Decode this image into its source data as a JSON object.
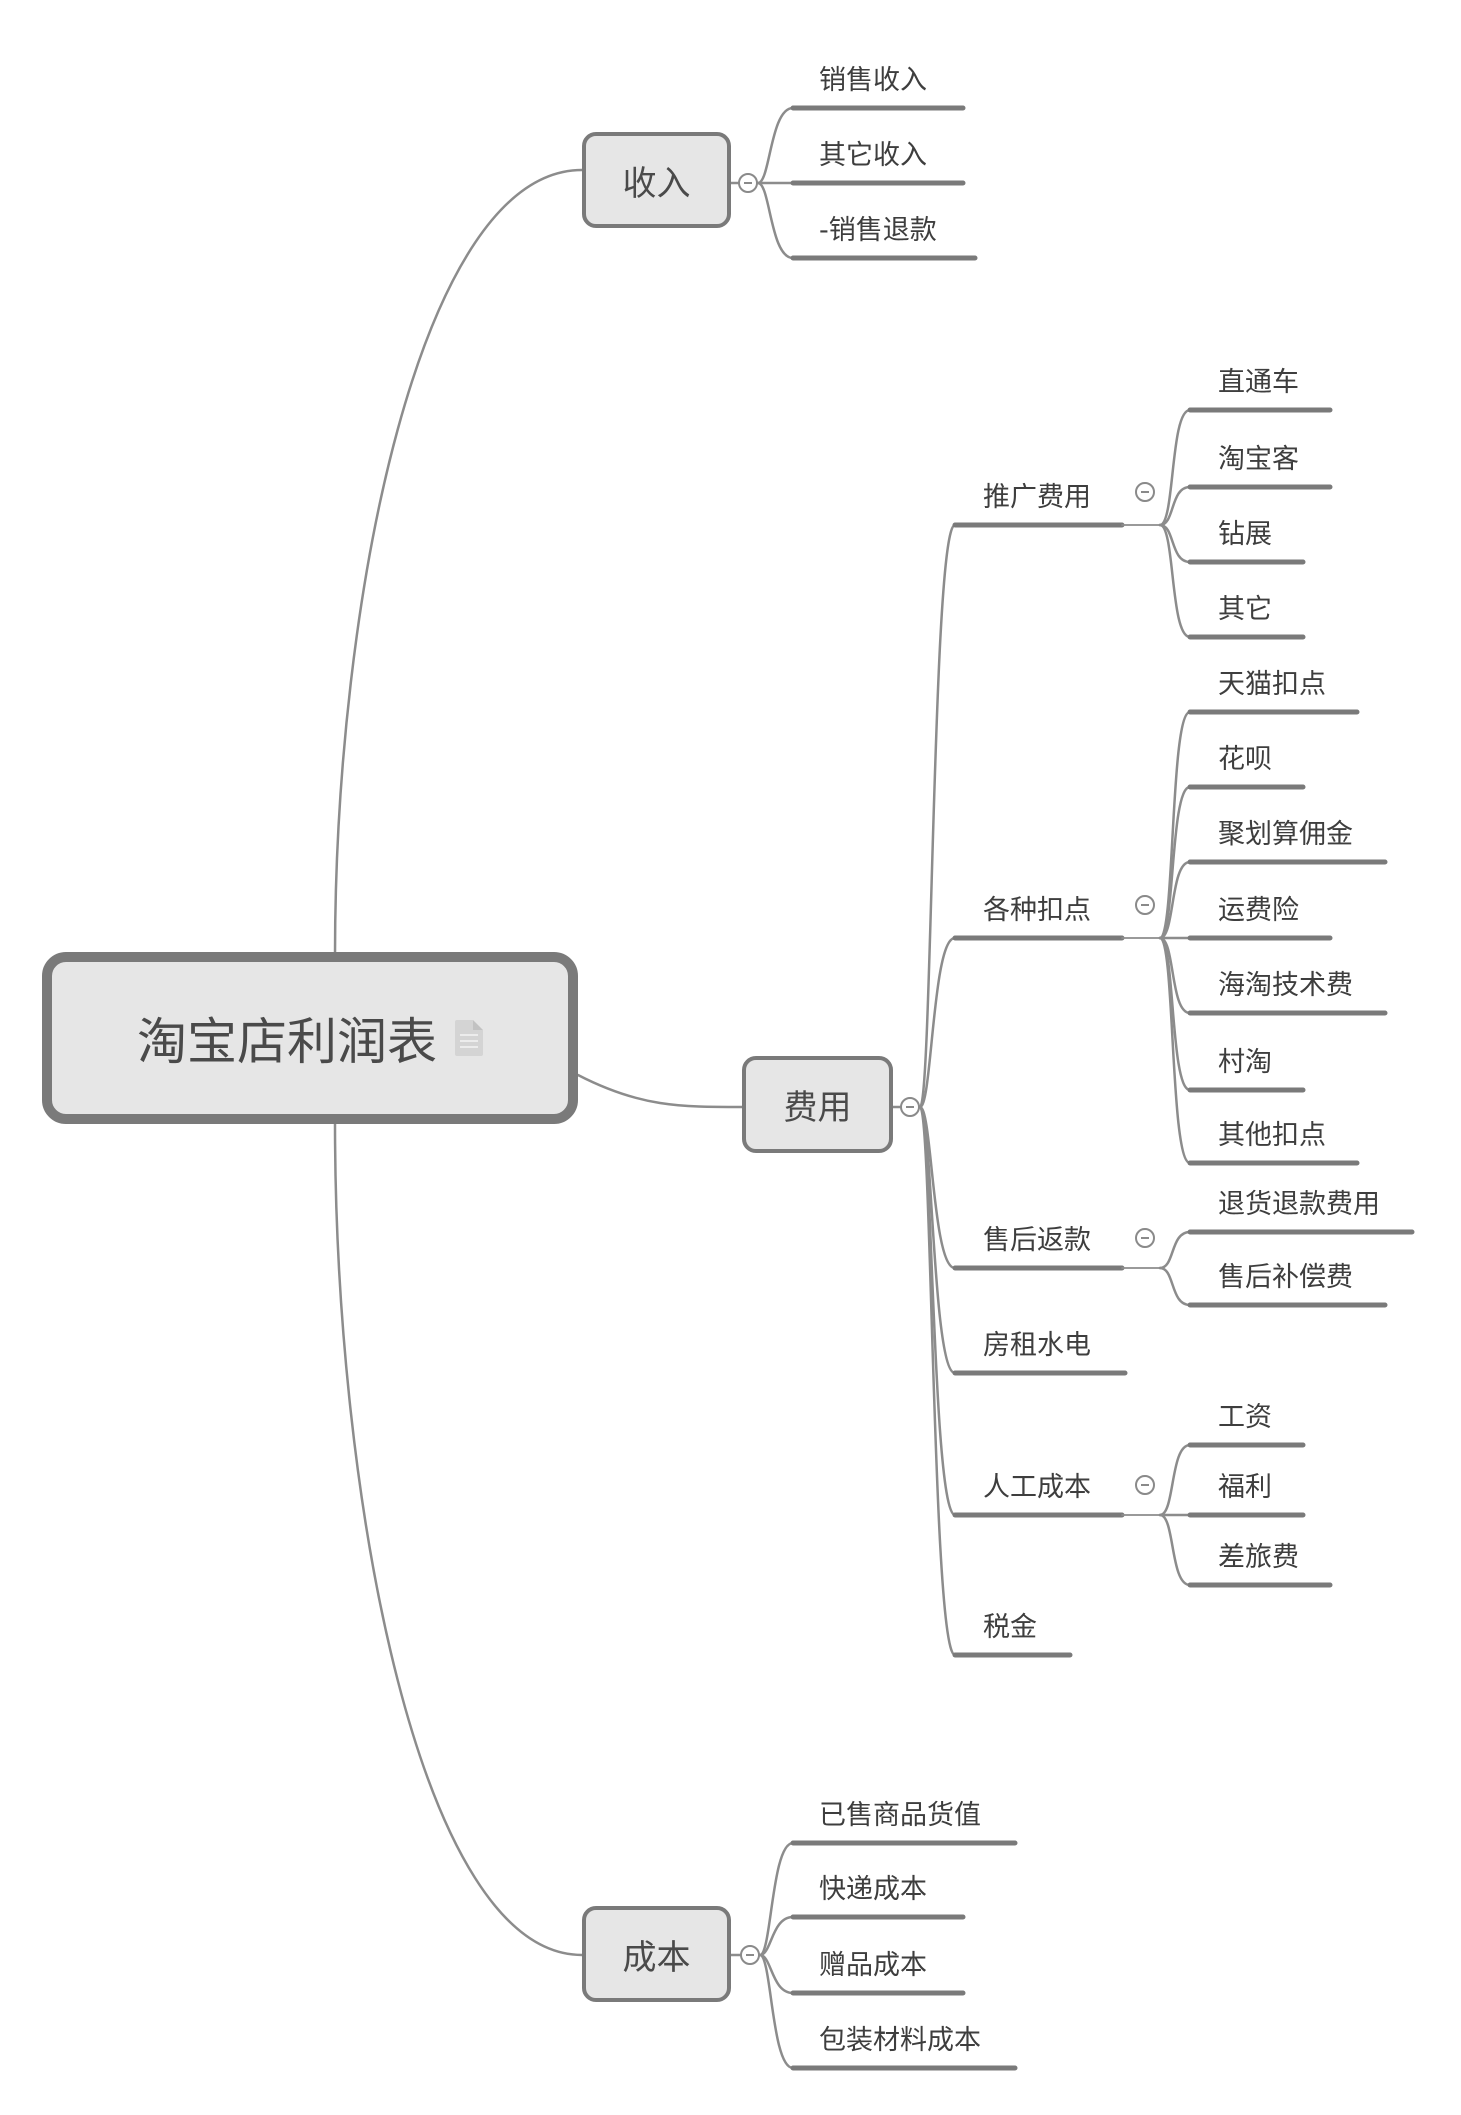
{
  "mindmap": {
    "root": {
      "label": "淘宝店利润表",
      "icon": "note-document-icon"
    },
    "branches": [
      {
        "label": "收入",
        "collapse_icon": "collapse-minus-icon",
        "children": [
          {
            "label": "销售收入"
          },
          {
            "label": "其它收入"
          },
          {
            "label": "-销售退款"
          }
        ]
      },
      {
        "label": "费用",
        "collapse_icon": "collapse-minus-icon",
        "children": [
          {
            "label": "推广费用",
            "children": [
              {
                "label": "直通车"
              },
              {
                "label": "淘宝客"
              },
              {
                "label": "钻展"
              },
              {
                "label": "其它"
              }
            ]
          },
          {
            "label": "各种扣点",
            "children": [
              {
                "label": "天猫扣点"
              },
              {
                "label": "花呗"
              },
              {
                "label": "聚划算佣金"
              },
              {
                "label": "运费险"
              },
              {
                "label": "海淘技术费"
              },
              {
                "label": "村淘"
              },
              {
                "label": "其他扣点"
              }
            ]
          },
          {
            "label": "售后返款",
            "children": [
              {
                "label": "退货退款费用"
              },
              {
                "label": "售后补偿费"
              }
            ]
          },
          {
            "label": "房租水电"
          },
          {
            "label": "人工成本",
            "children": [
              {
                "label": "工资"
              },
              {
                "label": "福利"
              },
              {
                "label": "差旅费"
              }
            ]
          },
          {
            "label": "税金"
          }
        ]
      },
      {
        "label": "成本",
        "collapse_icon": "collapse-minus-icon",
        "children": [
          {
            "label": "已售商品货值"
          },
          {
            "label": "快递成本"
          },
          {
            "label": "赠品成本"
          },
          {
            "label": "包装材料成本"
          }
        ]
      }
    ],
    "colors": {
      "node_fill": "#e6e6e6",
      "node_border": "#7a7a7a",
      "connector": "#8c8c8c",
      "text": "#3e3e3e"
    }
  }
}
